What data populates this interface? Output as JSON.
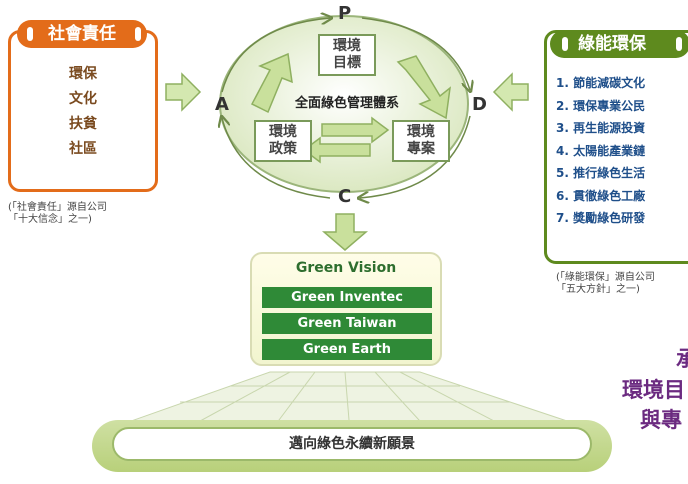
{
  "left": {
    "title": "社會責任",
    "items": [
      "環保",
      "文化",
      "扶貧",
      "社區"
    ],
    "note_line1": "(「社會責任」源自公司",
    "note_line2": "「十大信念」之一)"
  },
  "right": {
    "title": "綠能環保",
    "items": [
      "1. 節能減碳文化",
      "2. 環保專業公民",
      "3. 再生能源投資",
      "4. 太陽能產業鏈",
      "5. 推行綠色生活",
      "6. 貫徹綠色工廠",
      "7. 獎勵綠色研發"
    ],
    "note_line1": "(「綠能環保」源自公司",
    "note_line2": "「五大方針」之一)"
  },
  "cycle": {
    "p": "P",
    "d": "D",
    "c": "C",
    "a": "A",
    "center_label": "全面綠色管理體系",
    "top_box_line1": "環境",
    "top_box_line2": "目標",
    "left_box_line1": "環境",
    "left_box_line2": "政策",
    "right_box_line1": "環境",
    "right_box_line2": "專案"
  },
  "green_vision": {
    "title": "Green Vision",
    "bars": [
      "Green Inventec",
      "Green Taiwan",
      "Green Earth"
    ]
  },
  "bottom": {
    "label": "邁向綠色永續新願景"
  },
  "side_text": {
    "line1": "承",
    "line2": "環境目",
    "line3": "與專"
  },
  "colors": {
    "orange": "#e36c1a",
    "green": "#5e8a1e",
    "dark_green": "#2f8a37",
    "purple": "#6b2a80"
  }
}
